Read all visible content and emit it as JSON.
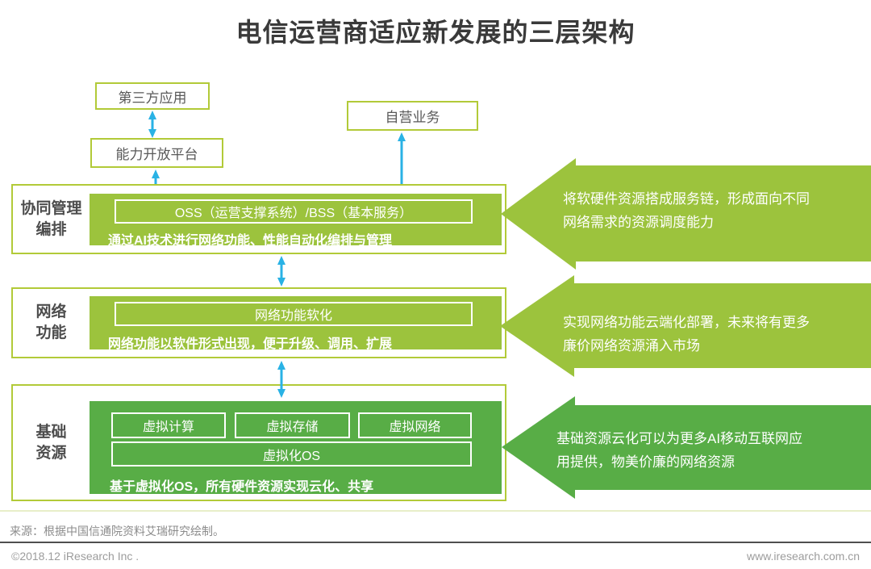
{
  "title": "电信运营商适应新发展的三层架构",
  "top_boxes": {
    "third_party": "第三方应用",
    "open_platform": "能力开放平台",
    "self_business": "自营业务"
  },
  "layers": [
    {
      "label_line1": "协同管理",
      "label_line2": "编排",
      "box": "OSS（运营支撑系统）/BSS（基本服务）",
      "desc": "通过AI技术进行网络功能、性能自动化编排与管理",
      "note_lines": [
        "将软硬件资源搭成服务链，形成面向不同",
        "网络需求的资源调度能力"
      ]
    },
    {
      "label_line1": "网络",
      "label_line2": "功能",
      "box": "网络功能软化",
      "desc": "网络功能以软件形式出现，便于升级、调用、扩展",
      "note_lines": [
        "实现网络功能云端化部署，未来将有更多",
        "廉价网络资源涌入市场"
      ]
    },
    {
      "label_line1": "基础",
      "label_line2": "资源",
      "sub_boxes": [
        "虚拟计算",
        "虚拟存储",
        "虚拟网络"
      ],
      "os_box": "虚拟化OS",
      "desc": "基于虚拟化OS，所有硬件资源实现云化、共享",
      "note_lines": [
        "基础资源云化可以为更多AI移动互联网应",
        "用提供，物美价廉的网络资源"
      ]
    }
  ],
  "colors": {
    "yellow_green": "#9cc33d",
    "dark_green": "#58ad46",
    "olive_border": "#b2ca38",
    "cyan_arrow": "#29b2e5"
  },
  "footer": {
    "source": "来源：根据中国信通院资料艾瑞研究绘制。",
    "copyright": "©2018.12 iResearch Inc .",
    "website": "www.iresearch.com.cn"
  }
}
